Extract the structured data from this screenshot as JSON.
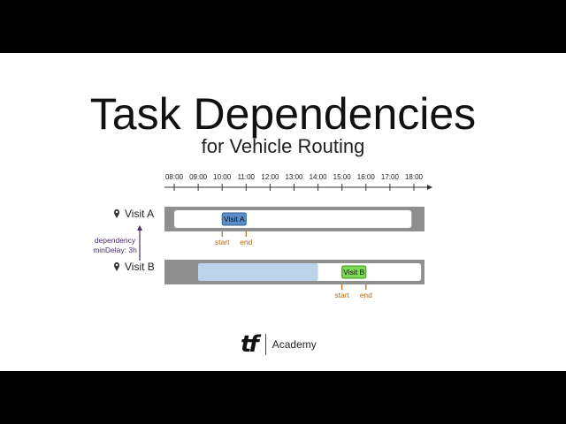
{
  "title": "Task Dependencies",
  "subtitle": "for Vehicle Routing",
  "timeline": {
    "ticks": [
      "08:00",
      "09:00",
      "10:00",
      "11:00",
      "12:00",
      "13:00",
      "14:00",
      "15:00",
      "16:00",
      "17:00",
      "18:00"
    ]
  },
  "rows": [
    {
      "label": "Visit A",
      "window_hours": [
        8,
        17.9
      ],
      "task": {
        "label": "Visit A",
        "start": 10,
        "end": 11
      },
      "markers": [
        {
          "label": "start",
          "hour": 10
        },
        {
          "label": "end",
          "hour": 11
        }
      ]
    },
    {
      "label": "Visit B",
      "window_hours": [
        9,
        18.3
      ],
      "wait_until": 14,
      "task": {
        "label": "Visit B",
        "start": 15,
        "end": 16
      },
      "markers": [
        {
          "label": "start",
          "hour": 15
        },
        {
          "label": "end",
          "hour": 16
        }
      ]
    }
  ],
  "dependency": {
    "line1": "dependency",
    "line2": "minDelay: 3h"
  },
  "logo": {
    "mark": "tf",
    "text": "Academy"
  },
  "colors": {
    "track": "#8f8f8f",
    "window": "#ffffff",
    "wait": "#bcd3ec",
    "task_a": "#5b8dc6",
    "task_b": "#7ed957",
    "marker": "#b8680f",
    "dependency": "#4a2d6b"
  }
}
